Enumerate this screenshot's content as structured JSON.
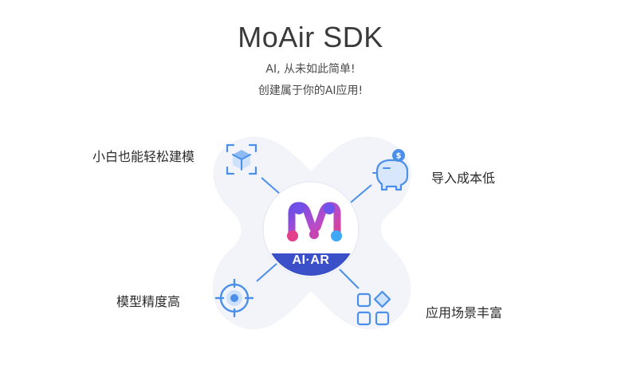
{
  "header": {
    "title": "MoAir SDK",
    "subtitle_line1": "AI, 从未如此简单!",
    "subtitle_line2": "创建属于你的AI应用!"
  },
  "center": {
    "badge_label": "AI·AR"
  },
  "features": {
    "top_left": "小白也能轻松建模",
    "top_right": "导入成本低",
    "bottom_left": "模型精度高",
    "bottom_right": "应用场景丰富"
  },
  "colors": {
    "accent_blue": "#4A8FEA",
    "badge_blue": "#3B4FC9",
    "blob": "#F2F4FA",
    "logo_purple": "#7B4BE0",
    "logo_pink": "#E0408A"
  },
  "icons": {
    "top_left": "cube-icon",
    "top_right": "piggy-bank-icon",
    "bottom_left": "target-icon",
    "bottom_right": "apps-grid-icon",
    "center": "moair-logo-icon"
  }
}
